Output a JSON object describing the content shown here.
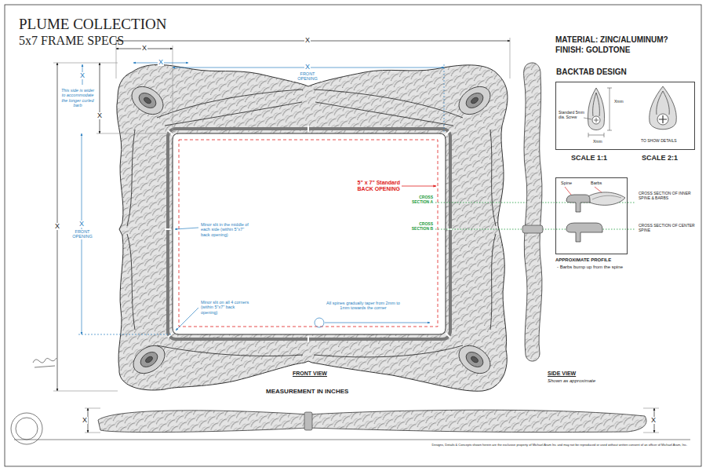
{
  "diagram": {
    "title": "PLUME COLLECTION",
    "nodes": [
      {
        "text": [
          "BACKTAB DESIGN",
          "Standard 5mm dia. Screw",
          "Xmm",
          "Xmm",
          "TO SHOW DETAILS"
        ]
      },
      {
        "text": [
          "Spine",
          "Barbs"
        ]
      }
    ],
    "labels": [
      "5x7 FRAME SPECS",
      "X",
      "X",
      "X",
      "X",
      "FRONT OPENING",
      "X",
      "This side is wider to accommodate the longer curled barb",
      "X",
      "X",
      "X",
      "FRONT OPENING",
      "MATERIAL: ZINC/ALUMINUM?",
      "FINISH: GOLDTONE",
      "SCALE 1:1",
      "SCALE 2:1",
      "5\" x 7\" Standard BACK OPENING",
      "CROSS SECTION A",
      "CROSS SECTION B",
      "CROSS SECTION OF INNER SPINE & BARBS",
      "CROSS SECTION OF CENTER SPINE",
      "APPROXIMATE PROFILE",
      "- Barbs bump up from the spine",
      "Minor slit in the middle of each side (within 5\"x7\" back opening)",
      "Minor slit on all 4 corners (within 5\"x7\" back opening)",
      "All spines gradually taper from 2mm to 1mm towards the corner",
      "FRONT VIEW",
      "MEASUREMENT IN INCHES",
      "SIDE VIEW",
      "Shown as approximate",
      "X",
      "X",
      "Designs, Details & Concepts shown herein are the exclusive property of Michael Aram Inc and may not be reproduced or used without written consent of an officer of Michael Aram, Inc."
    ]
  }
}
